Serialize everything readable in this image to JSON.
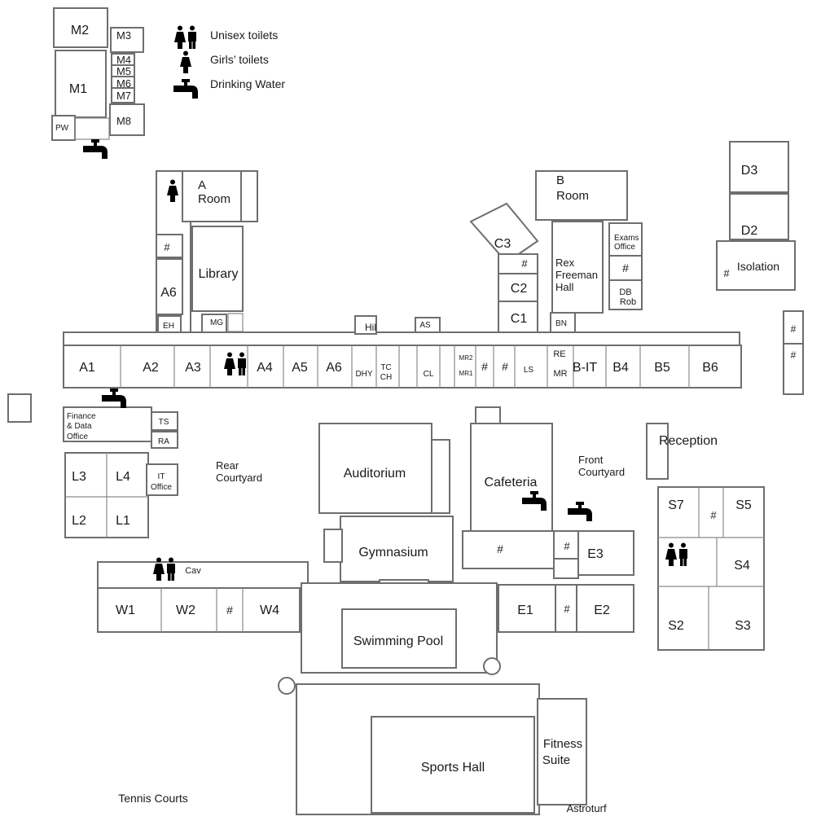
{
  "legend": {
    "unisex_toilets": "Unisex toilets",
    "girls_toilets": "Girls’ toilets",
    "drinking_water": "Drinking Water"
  },
  "labels": {
    "M1": "M1",
    "M2": "M2",
    "M3": "M3",
    "M4": "M4",
    "M5": "M5",
    "M6": "M6",
    "M7": "M7",
    "M8": "M8",
    "PW": "PW",
    "A_Room_1": "A",
    "A_Room_2": "Room",
    "Library": "Library",
    "hash": "#",
    "A6_upper": "A6",
    "EH": "EH",
    "MG": "MG",
    "B_Room_1": "B",
    "B_Room_2": "Room",
    "C3": "C3",
    "C2": "C2",
    "C1": "C1",
    "Rex_1": "Rex",
    "Rex_2": "Freeman",
    "Rex_3": "Hall",
    "Exams_1": "Exams",
    "Exams_2": "Office",
    "DB": "DB",
    "Rob": "Rob",
    "BN": "BN",
    "D3": "D3",
    "D2": "D2",
    "Isolation": "Isolation",
    "Hil": "Hil",
    "AS": "AS",
    "A1": "A1",
    "A2": "A2",
    "A3": "A3",
    "A4": "A4",
    "A5": "A5",
    "A6": "A6",
    "DHY": "DHY",
    "TC": "TC",
    "CH": "CH",
    "CL": "CL",
    "MR2": "MR2",
    "MR1": "MR1",
    "LS": "LS",
    "RE": "RE",
    "MR": "MR",
    "B_IT": "B-IT",
    "B4": "B4",
    "B5": "B5",
    "B6": "B6",
    "Finance_1": "Finance",
    "Finance_2": "& Data",
    "Finance_3": "Office",
    "TS": "TS",
    "RA": "RA",
    "L3": "L3",
    "L4": "L4",
    "L2": "L2",
    "L1": "L1",
    "IT_1": "IT",
    "IT_2": "Office",
    "Rear_1": "Rear",
    "Rear_2": "Courtyard",
    "Auditorium": "Auditorium",
    "Cafeteria": "Cafeteria",
    "Front_1": "Front",
    "Front_2": "Courtyard",
    "Reception": "Reception",
    "Gymnasium": "Gymnasium",
    "S7": "S7",
    "S5": "S5",
    "S4": "S4",
    "S2": "S2",
    "S3": "S3",
    "E3": "E3",
    "E1": "E1",
    "E2": "E2",
    "Cav": "Cav",
    "W1": "W1",
    "W2": "W2",
    "W4": "W4",
    "Swimming_Pool": "Swimming Pool",
    "Sports_Hall": "Sports Hall",
    "Fitness_1": "Fitness",
    "Fitness_2": "Suite",
    "Astroturf": "Astroturf",
    "Tennis_Courts": "Tennis Courts"
  },
  "icons": {
    "unisex": "unisex-toilet-icon",
    "girls": "girls-toilet-icon",
    "water": "drinking-water-tap-icon"
  }
}
